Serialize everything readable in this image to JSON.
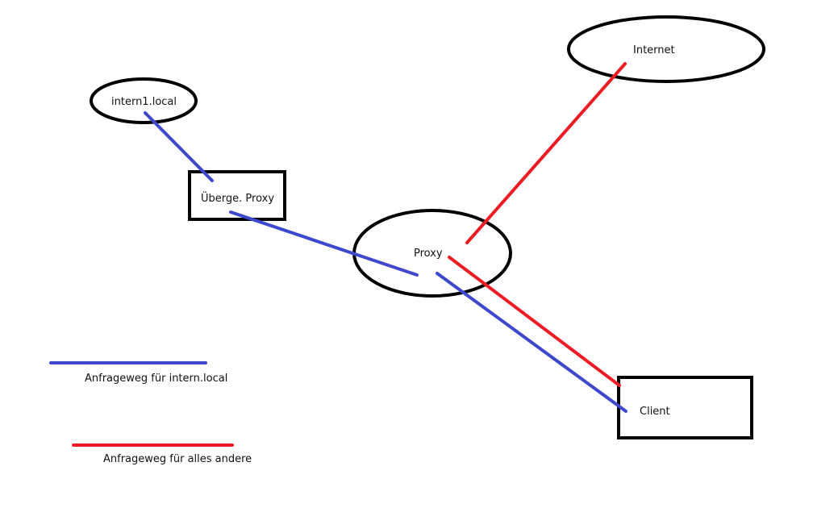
{
  "colors": {
    "outline": "#000000",
    "internal_route": "#3f48cc",
    "other_route": "#ed1c24"
  },
  "nodes": {
    "internet": {
      "label": "Internet",
      "shape": "ellipse"
    },
    "intern1": {
      "label": "intern1.local",
      "shape": "ellipse"
    },
    "upstream_proxy": {
      "label": "Überge. Proxy",
      "shape": "rectangle"
    },
    "proxy": {
      "label": "Proxy",
      "shape": "ellipse"
    },
    "client": {
      "label": "Client",
      "shape": "rectangle"
    }
  },
  "edges": [
    {
      "from": "client",
      "to": "proxy",
      "route": "internal_route"
    },
    {
      "from": "proxy",
      "to": "upstream_proxy",
      "route": "internal_route"
    },
    {
      "from": "upstream_proxy",
      "to": "intern1",
      "route": "internal_route"
    },
    {
      "from": "client",
      "to": "proxy",
      "route": "other_route"
    },
    {
      "from": "proxy",
      "to": "internet",
      "route": "other_route"
    }
  ],
  "legend": {
    "internal_route": "Anfrageweg für intern.local",
    "other_route": "Anfrageweg für alles andere"
  }
}
